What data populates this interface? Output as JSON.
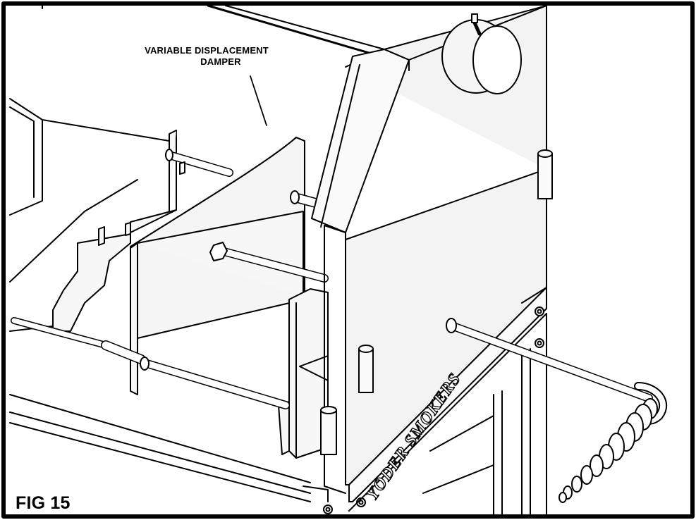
{
  "figure": {
    "label": "FIG 15",
    "callout_line1": "VARIABLE DISPLACEMENT",
    "callout_line2": "DAMPER",
    "brand_text": "YODER SMOKERS"
  },
  "colors": {
    "line": "#000000",
    "panel": "#f3f3f3",
    "background": "#ffffff"
  }
}
